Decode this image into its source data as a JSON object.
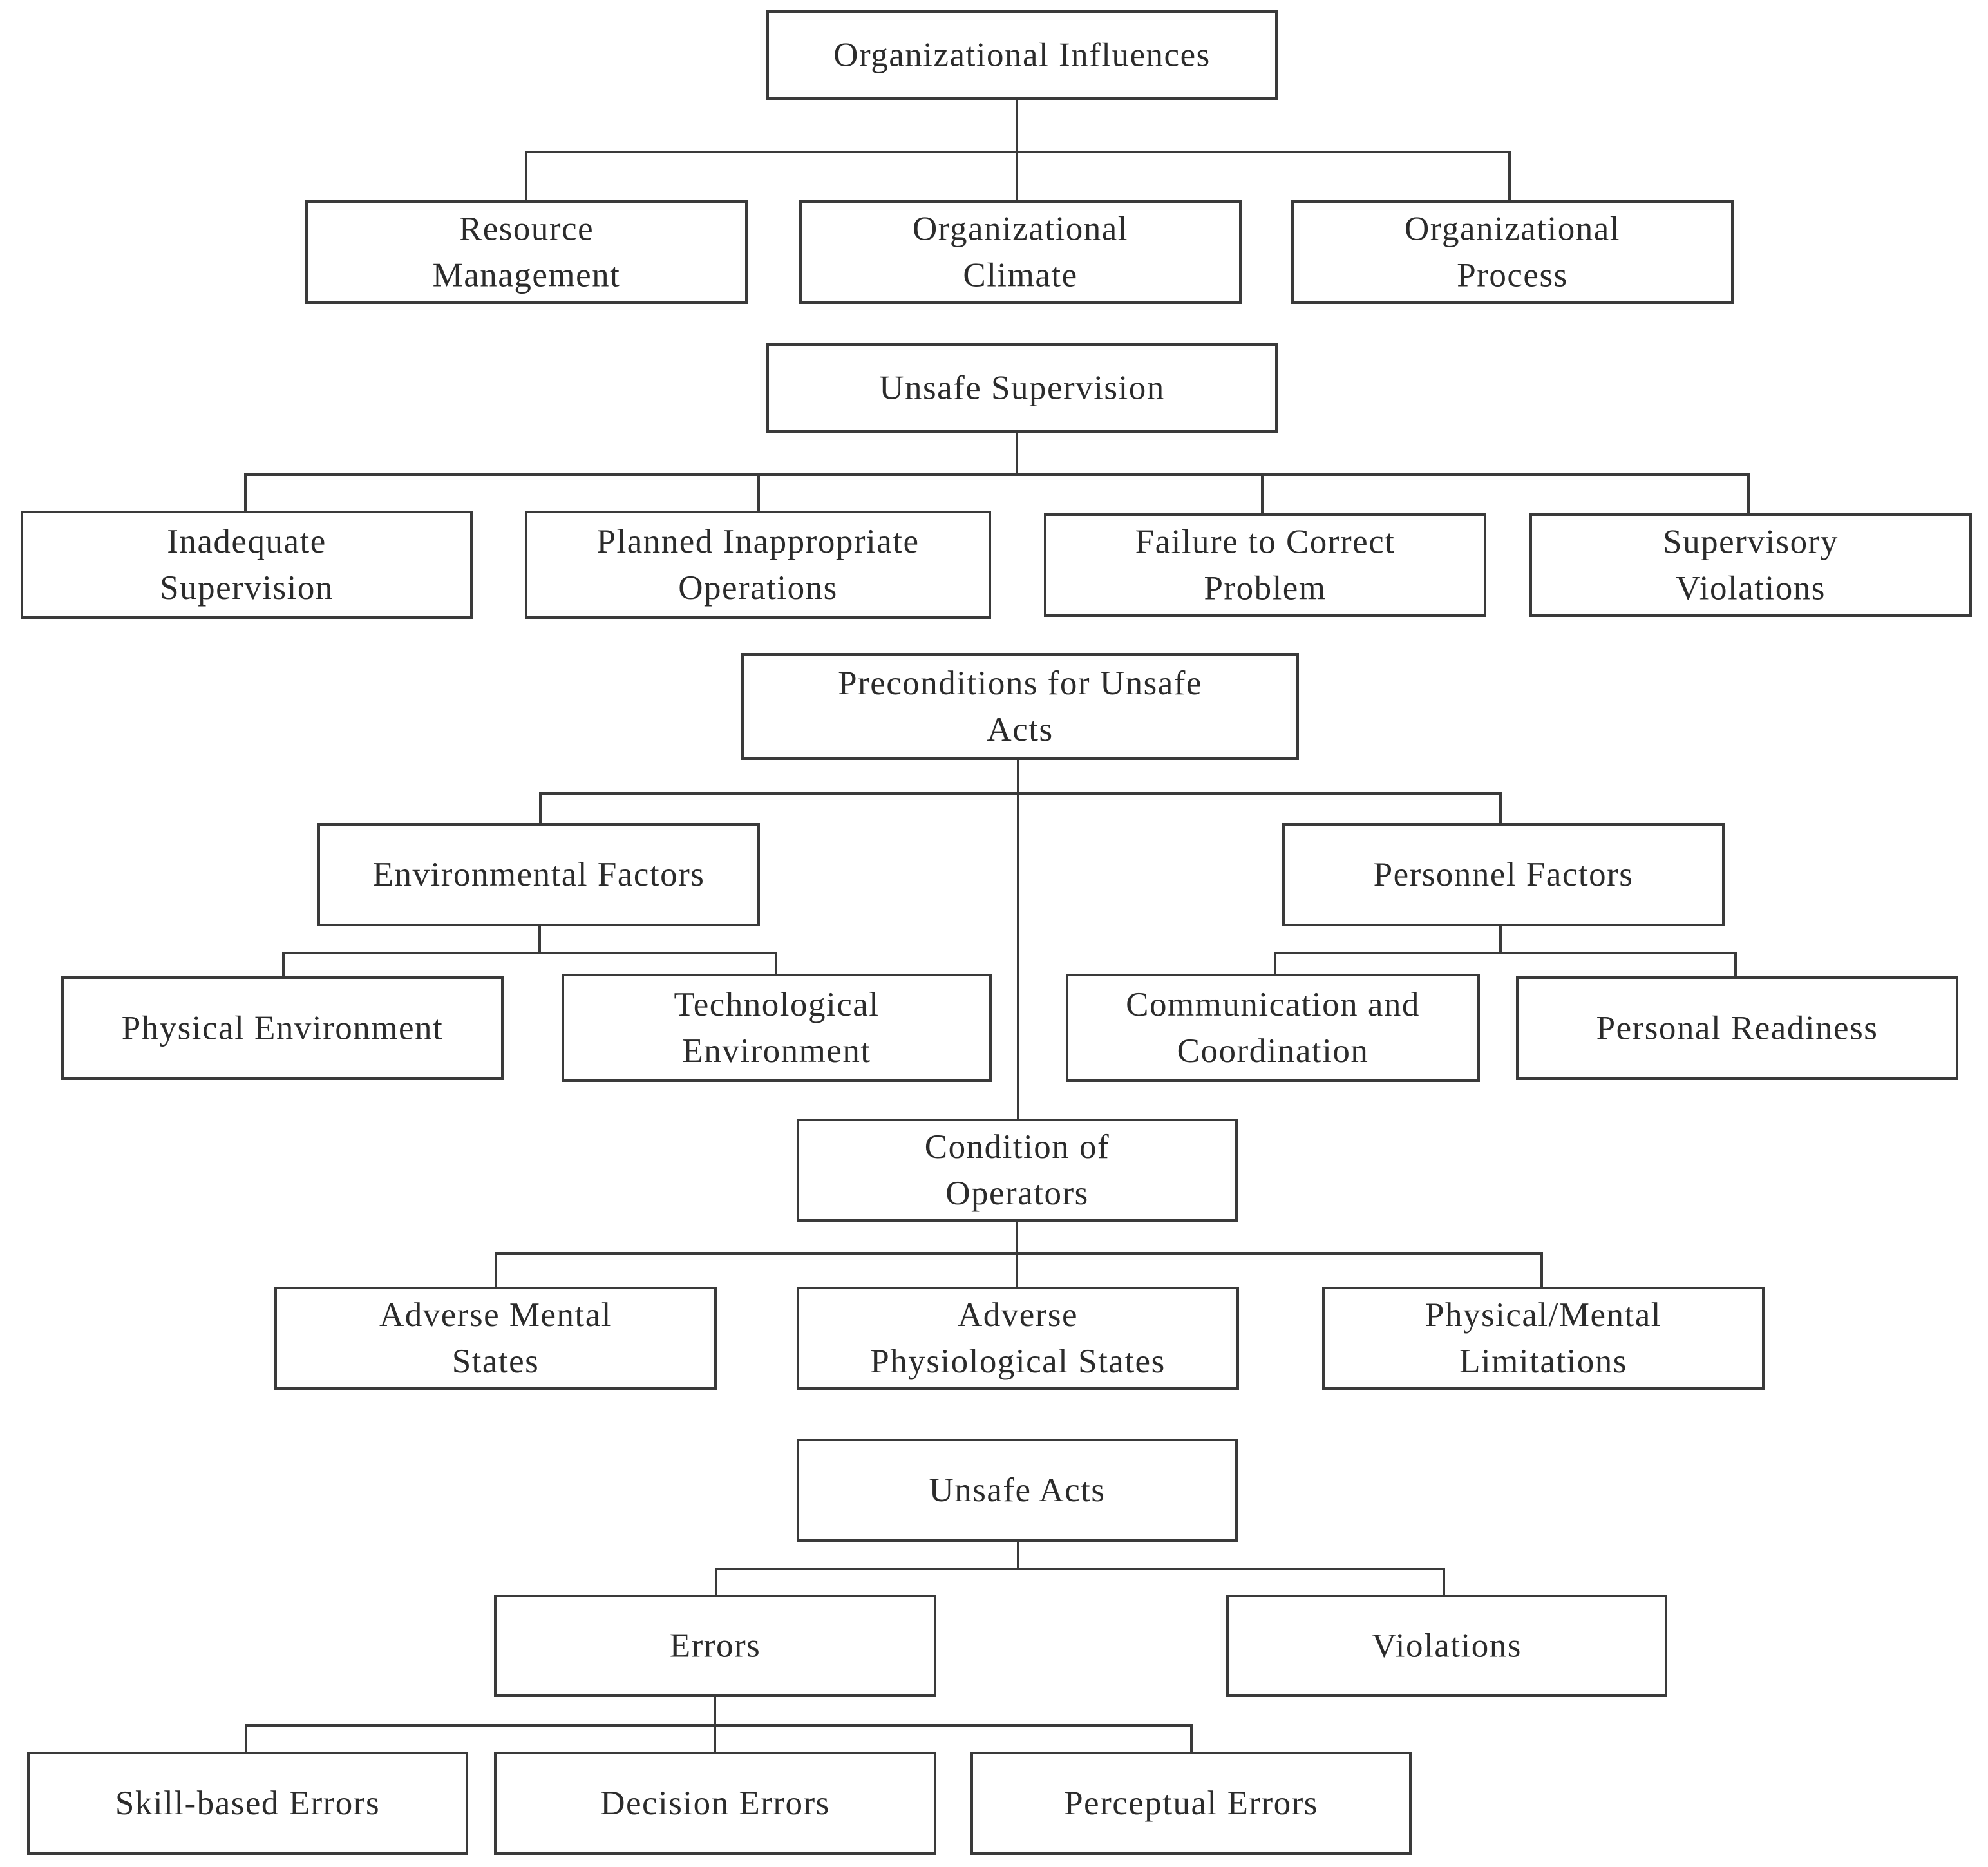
{
  "diagram": {
    "nodes": {
      "organizational_influences": [
        "Organizational Influences"
      ],
      "resource_management": [
        "Resource",
        "Management"
      ],
      "organizational_climate": [
        "Organizational",
        "Climate"
      ],
      "organizational_process": [
        "Organizational",
        "Process"
      ],
      "unsafe_supervision": [
        "Unsafe Supervision"
      ],
      "inadequate_supervision": [
        "Inadequate",
        "Supervision"
      ],
      "planned_inappropriate_operations": [
        "Planned Inappropriate",
        "Operations"
      ],
      "failure_to_correct_problem": [
        "Failure to Correct",
        "Problem"
      ],
      "supervisory_violations": [
        "Supervisory",
        "Violations"
      ],
      "preconditions_for_unsafe_acts": [
        "Preconditions for Unsafe",
        "Acts"
      ],
      "environmental_factors": [
        "Environmental Factors"
      ],
      "personnel_factors": [
        "Personnel Factors"
      ],
      "physical_environment": [
        "Physical Environment"
      ],
      "technological_environment": [
        "Technological",
        "Environment"
      ],
      "communication_and_coordination": [
        "Communication and",
        "Coordination"
      ],
      "personal_readiness": [
        "Personal Readiness"
      ],
      "condition_of_operators": [
        "Condition of",
        "Operators"
      ],
      "adverse_mental_states": [
        "Adverse Mental",
        "States"
      ],
      "adverse_physiological_states": [
        "Adverse",
        "Physiological States"
      ],
      "physical_mental_limitations": [
        "Physical/Mental",
        "Limitations"
      ],
      "unsafe_acts": [
        "Unsafe Acts"
      ],
      "errors": [
        "Errors"
      ],
      "violations": [
        "Violations"
      ],
      "skill_based_errors": [
        "Skill-based Errors"
      ],
      "decision_errors": [
        "Decision Errors"
      ],
      "perceptual_errors": [
        "Perceptual Errors"
      ]
    },
    "edges": [
      [
        "organizational_influences",
        "resource_management"
      ],
      [
        "organizational_influences",
        "organizational_climate"
      ],
      [
        "organizational_influences",
        "organizational_process"
      ],
      [
        "unsafe_supervision",
        "inadequate_supervision"
      ],
      [
        "unsafe_supervision",
        "planned_inappropriate_operations"
      ],
      [
        "unsafe_supervision",
        "failure_to_correct_problem"
      ],
      [
        "unsafe_supervision",
        "supervisory_violations"
      ],
      [
        "preconditions_for_unsafe_acts",
        "environmental_factors"
      ],
      [
        "preconditions_for_unsafe_acts",
        "personnel_factors"
      ],
      [
        "preconditions_for_unsafe_acts",
        "condition_of_operators"
      ],
      [
        "environmental_factors",
        "physical_environment"
      ],
      [
        "environmental_factors",
        "technological_environment"
      ],
      [
        "personnel_factors",
        "communication_and_coordination"
      ],
      [
        "personnel_factors",
        "personal_readiness"
      ],
      [
        "condition_of_operators",
        "adverse_mental_states"
      ],
      [
        "condition_of_operators",
        "adverse_physiological_states"
      ],
      [
        "condition_of_operators",
        "physical_mental_limitations"
      ],
      [
        "unsafe_acts",
        "errors"
      ],
      [
        "unsafe_acts",
        "violations"
      ],
      [
        "errors",
        "skill_based_errors"
      ],
      [
        "errors",
        "decision_errors"
      ],
      [
        "errors",
        "perceptual_errors"
      ]
    ]
  }
}
